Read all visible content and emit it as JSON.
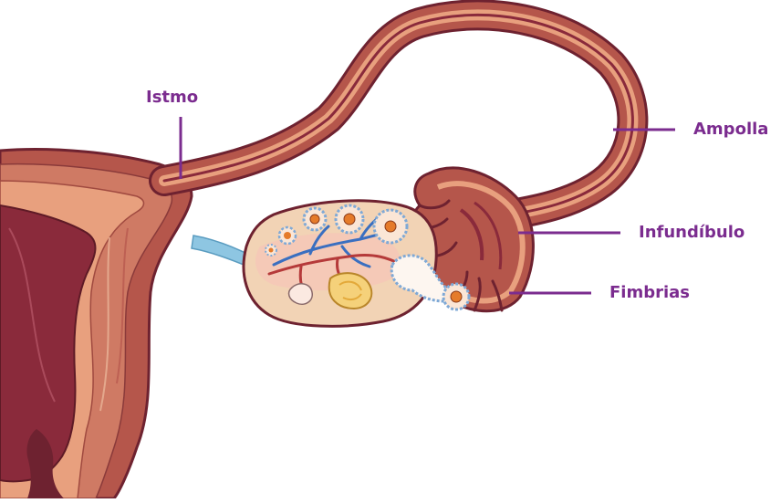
{
  "diagram": {
    "labels": {
      "istmo": "Istmo",
      "ampolla": "Ampolla",
      "infundibulo": "Infundíbulo",
      "fimbrias": "Fimbrias"
    },
    "colors": {
      "label_text": "#7b2c8f",
      "leader_line": "#7b2c8f",
      "tissue_outline": "#6e2230",
      "tissue_outer": "#b5564b",
      "tissue_mid": "#cf7a64",
      "tissue_light": "#e8a07e",
      "lumen_dark": "#8a2a3b",
      "ovary_fill": "#f2d3b5",
      "ligament_blue": "#8ec6e2",
      "vessel_blue": "#3a6fc0",
      "vessel_red": "#b53a3a",
      "follicle_outline": "#7fa9d6",
      "oocyte_orange": "#e57b2a"
    }
  }
}
